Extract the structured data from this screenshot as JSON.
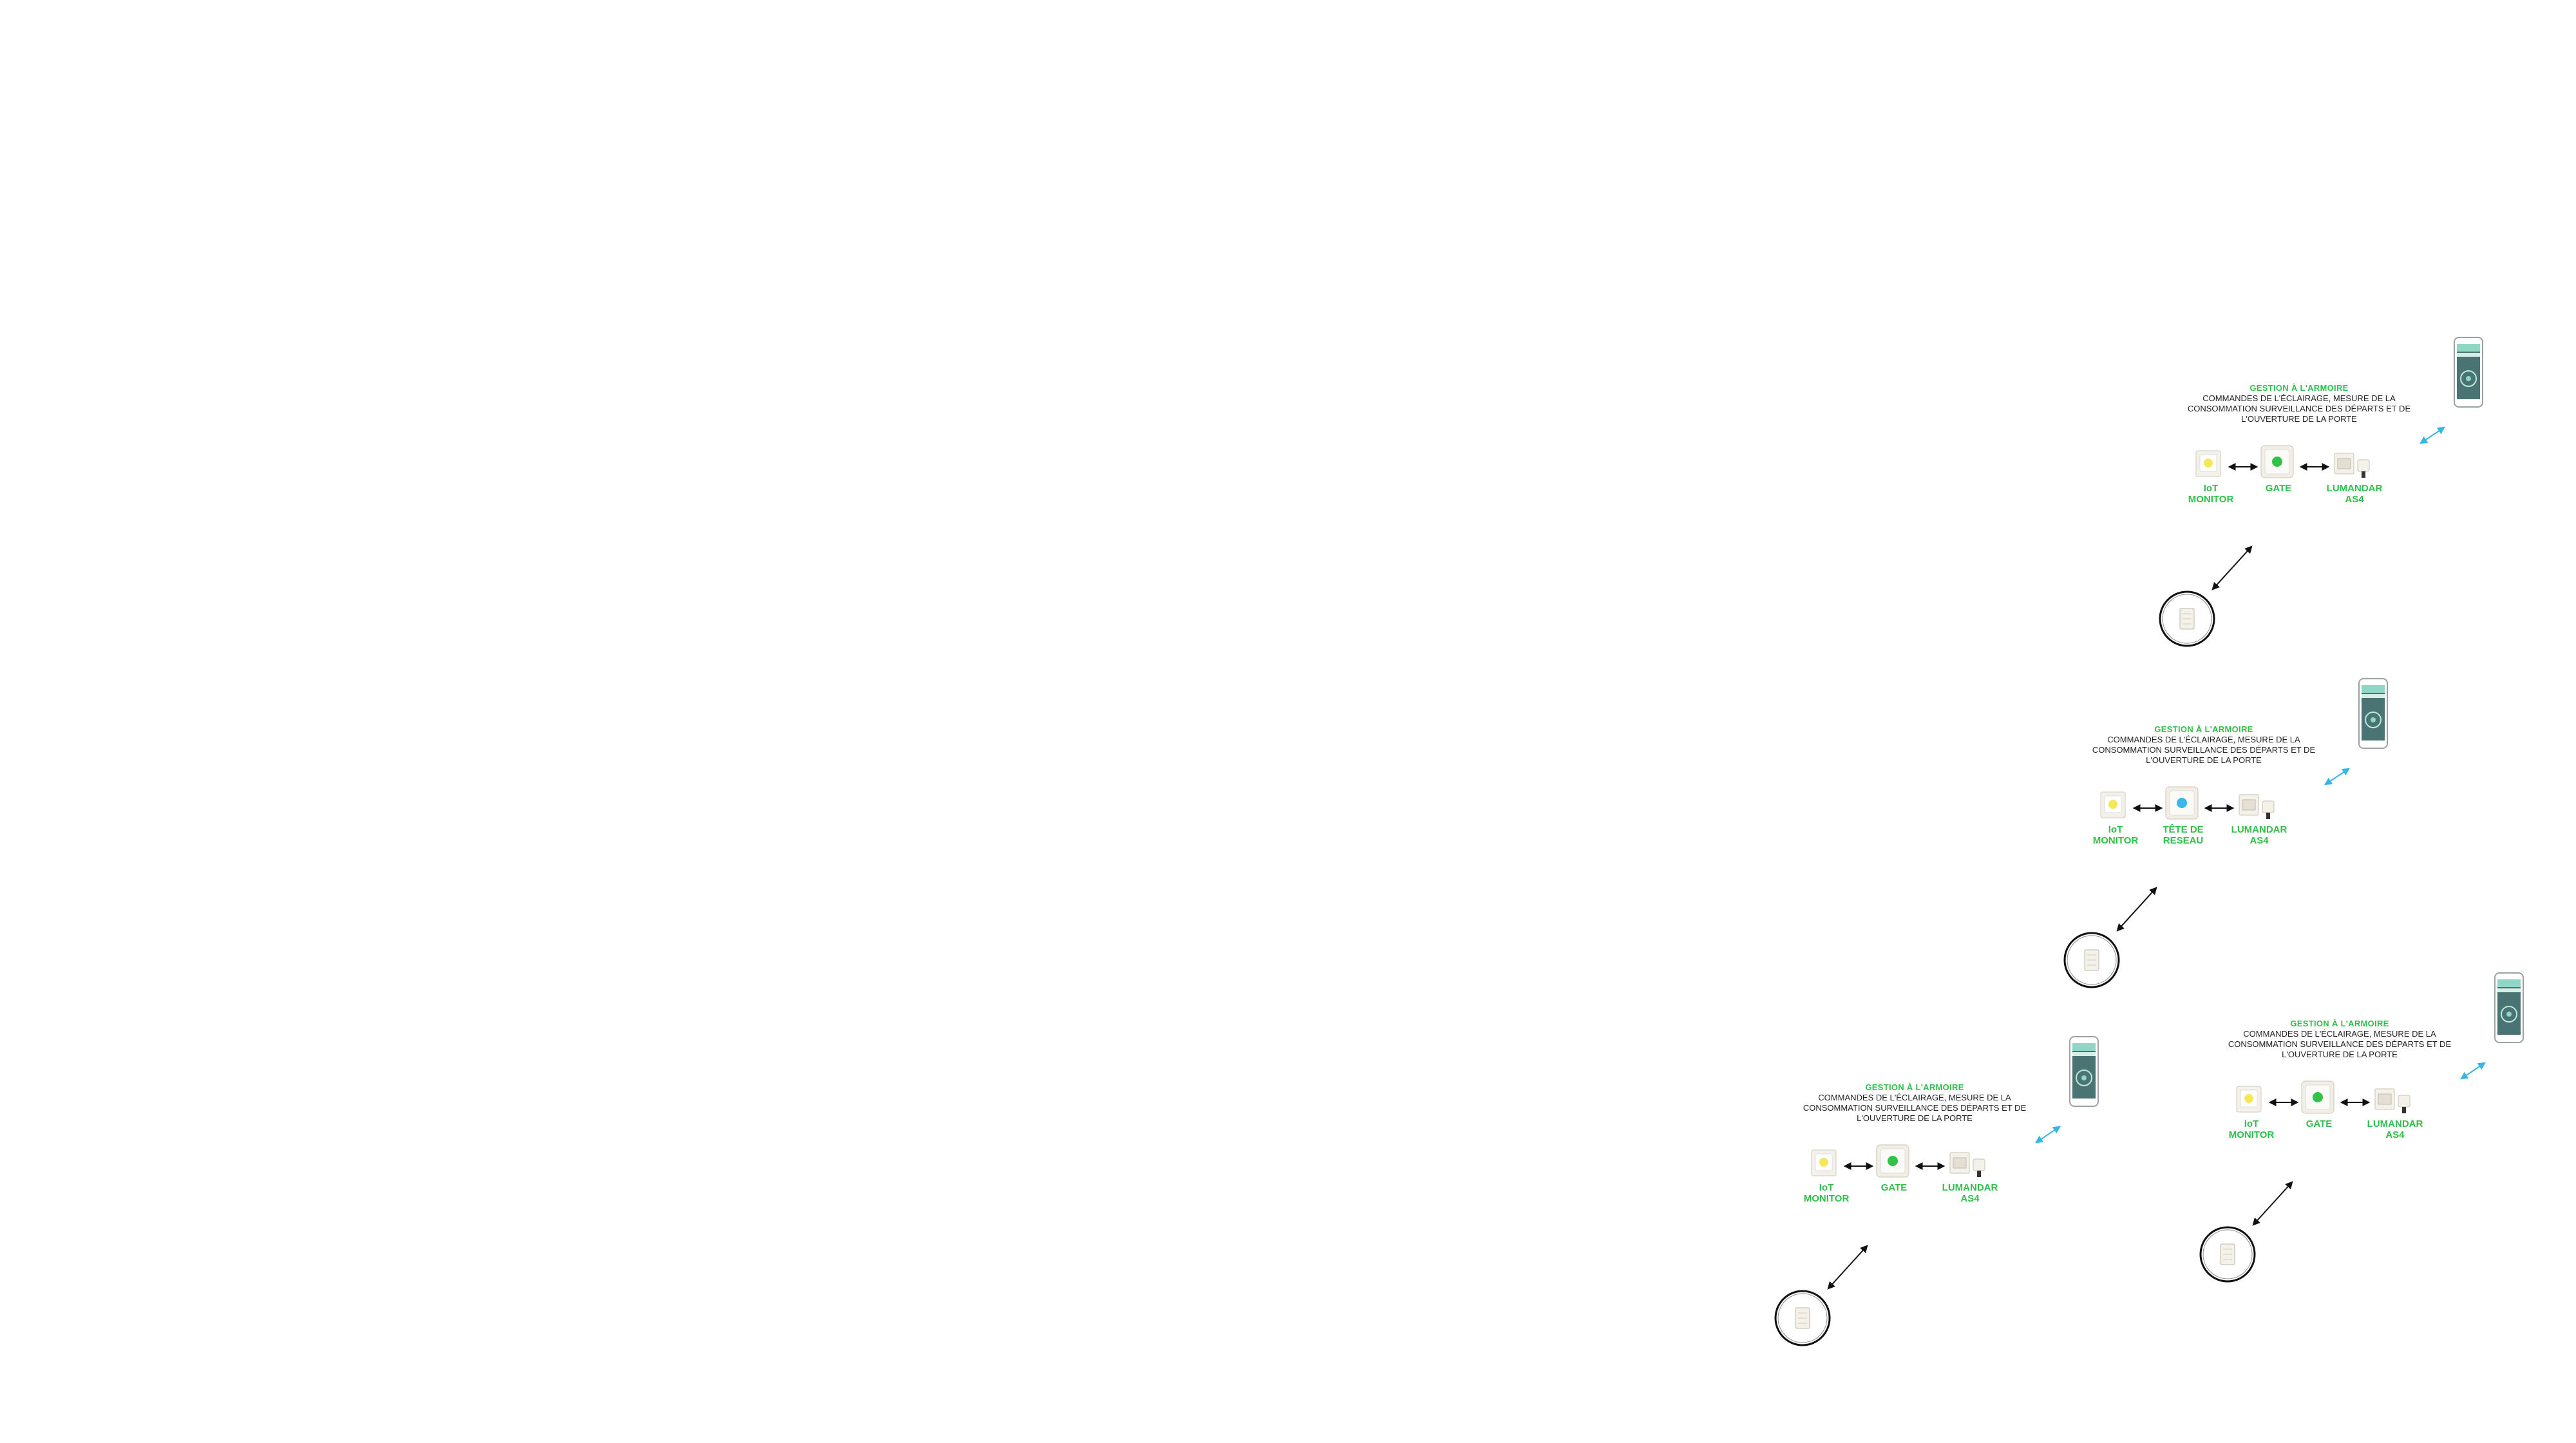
{
  "colors": {
    "accent_green": "#2fbf4a",
    "text_dark": "#222222",
    "link_blue": "#35b6e6",
    "status_green": "#32c24a",
    "status_blue": "#3bb6e8",
    "status_yellow": "#f4e85a"
  },
  "clusters": [
    {
      "id": "top-right",
      "title": "GESTION À L'ARMOIRE",
      "description": "COMMANDES DE L'ÉCLAIRAGE, MESURE DE LA\nCONSOMMATION SURVEILLANCE DES DÉPARTS ET DE\nL'OUVERTURE DE LA PORTE",
      "devices": [
        {
          "label": "IoT\nMONITOR",
          "icon": "iot-monitor-icon",
          "led": "status_yellow"
        },
        {
          "label": "GATE",
          "icon": "gate-icon",
          "led": "status_green"
        },
        {
          "label": "LUMANDAR\nAS4",
          "icon": "lumandar-icon",
          "led": ""
        }
      ],
      "phone_icon": "smartphone-app-icon",
      "sensor_icon": "sensor-circle-icon"
    },
    {
      "id": "middle",
      "title": "GESTION À L'ARMOIRE",
      "description": "COMMANDES DE L'ÉCLAIRAGE, MESURE DE LA\nCONSOMMATION SURVEILLANCE DES DÉPARTS ET DE\nL'OUVERTURE DE LA PORTE",
      "devices": [
        {
          "label": "IoT\nMONITOR",
          "icon": "iot-monitor-icon",
          "led": "status_yellow"
        },
        {
          "label": "TÊTE DE\nRESEAU",
          "icon": "network-head-icon",
          "led": "status_blue"
        },
        {
          "label": "LUMANDAR\nAS4",
          "icon": "lumandar-icon",
          "led": ""
        }
      ],
      "phone_icon": "smartphone-app-icon",
      "sensor_icon": "sensor-circle-icon"
    },
    {
      "id": "bottom-right",
      "title": "GESTION À L'ARMOIRE",
      "description": "COMMANDES DE L'ÉCLAIRAGE, MESURE DE LA\nCONSOMMATION SURVEILLANCE DES DÉPARTS ET DE\nL'OUVERTURE DE LA PORTE",
      "devices": [
        {
          "label": "IoT\nMONITOR",
          "icon": "iot-monitor-icon",
          "led": "status_yellow"
        },
        {
          "label": "GATE",
          "icon": "gate-icon",
          "led": "status_green"
        },
        {
          "label": "LUMANDAR\nAS4",
          "icon": "lumandar-icon",
          "led": ""
        }
      ],
      "phone_icon": "smartphone-app-icon",
      "sensor_icon": "sensor-circle-icon"
    },
    {
      "id": "bottom-left",
      "title": "GESTION À L'ARMOIRE",
      "description": "COMMANDES DE L'ÉCLAIRAGE, MESURE DE LA\nCONSOMMATION SURVEILLANCE DES DÉPARTS ET DE\nL'OUVERTURE DE LA PORTE",
      "devices": [
        {
          "label": "IoT\nMONITOR",
          "icon": "iot-monitor-icon",
          "led": "status_yellow"
        },
        {
          "label": "GATE",
          "icon": "gate-icon",
          "led": "status_green"
        },
        {
          "label": "LUMANDAR\nAS4",
          "icon": "lumandar-icon",
          "led": ""
        }
      ],
      "phone_icon": "smartphone-app-icon",
      "sensor_icon": "sensor-circle-icon"
    }
  ]
}
